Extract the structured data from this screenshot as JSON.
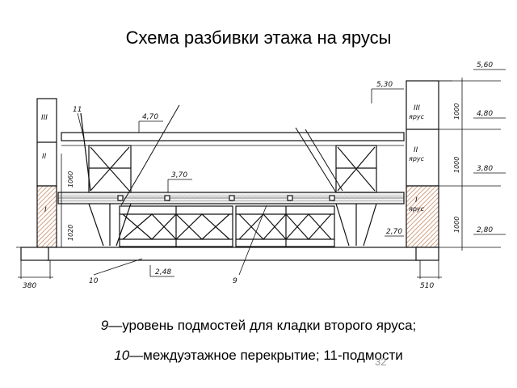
{
  "title": "Схема разбивки этажа на ярусы",
  "caption": {
    "line1_num": "9",
    "line1_text": "—уровень подмостей для кладки второго яруса;",
    "line2_num": "10",
    "line2_text": "—междуэтажное перекрытие; 11-подмости"
  },
  "page_number": "32",
  "drawing": {
    "elevations": {
      "e560": "5,60",
      "e530": "5,30",
      "e480": "4,80",
      "e470": "4,70",
      "e380": "3,80",
      "e370": "3,70",
      "e280": "2,80",
      "e270": "2,70",
      "e248": "2,48"
    },
    "tiers_left": [
      "III",
      "II",
      "I"
    ],
    "tiers_right": {
      "t3_num": "III",
      "t2_num": "II",
      "t1_num": "I",
      "word": "ярус"
    },
    "dims": {
      "tier_height": "1000",
      "left_upper": "1060",
      "left_lower": "1020",
      "wall_left": "380",
      "wall_right": "510"
    },
    "callouts": {
      "scaffold": "11",
      "floor": "10",
      "level": "9"
    }
  },
  "colors": {
    "line": "#111111",
    "wall_hatch": "#c88a64"
  }
}
